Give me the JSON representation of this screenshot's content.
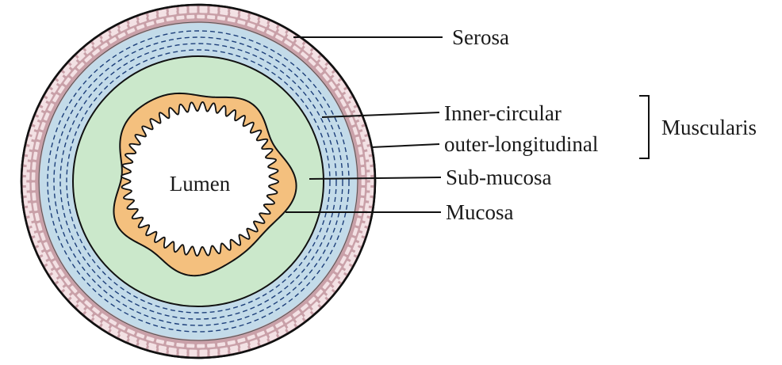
{
  "labels": {
    "lumen": "Lumen",
    "serosa": "Serosa",
    "inner_circular": "Inner-circular",
    "outer_longitudinal": "outer-longitudinal",
    "muscularis": "Muscularis",
    "sub_mucosa": "Sub-mucosa",
    "mucosa": "Mucosa"
  },
  "colors": {
    "serosa_fill": "#c9a0a8",
    "serosa_brick": "#f3e1e4",
    "muscularis_fill": "#c3dbe9",
    "submucosa_fill": "#cbe8cb",
    "mucosa_fill": "#f4c07e",
    "lumen_fill": "#ffffff",
    "outline": "#111111"
  }
}
